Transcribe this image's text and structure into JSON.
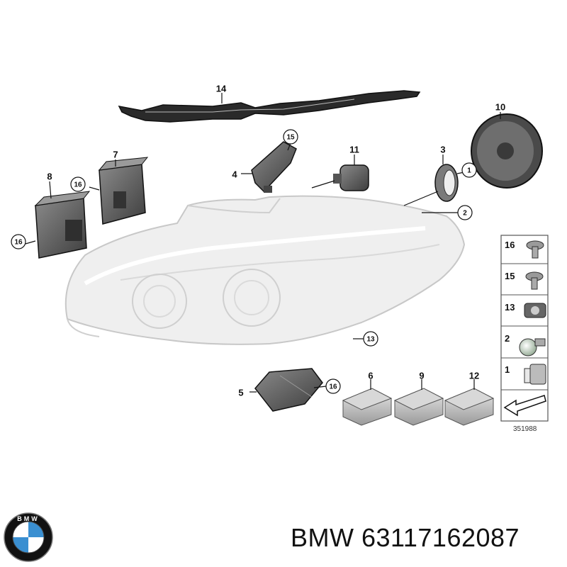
{
  "parts": [
    {
      "id": "callout-1",
      "label": "1",
      "circled": true
    },
    {
      "id": "callout-2",
      "label": "2",
      "circled": true
    },
    {
      "id": "callout-3",
      "label": "3",
      "circled": false
    },
    {
      "id": "callout-4",
      "label": "4",
      "circled": false
    },
    {
      "id": "callout-5",
      "label": "5",
      "circled": false
    },
    {
      "id": "callout-6",
      "label": "6",
      "circled": false
    },
    {
      "id": "callout-7",
      "label": "7",
      "circled": false
    },
    {
      "id": "callout-8",
      "label": "8",
      "circled": false
    },
    {
      "id": "callout-9",
      "label": "9",
      "circled": false
    },
    {
      "id": "callout-10",
      "label": "10",
      "circled": false
    },
    {
      "id": "callout-11",
      "label": "11",
      "circled": false
    },
    {
      "id": "callout-12",
      "label": "12",
      "circled": false
    },
    {
      "id": "callout-13",
      "label": "13",
      "circled": true
    },
    {
      "id": "callout-14",
      "label": "14",
      "circled": false
    },
    {
      "id": "callout-15",
      "label": "15",
      "circled": true
    },
    {
      "id": "callout-16a",
      "label": "16",
      "circled": true
    },
    {
      "id": "callout-16b",
      "label": "16",
      "circled": true
    },
    {
      "id": "callout-16c",
      "label": "16",
      "circled": true
    }
  ],
  "legend_panel": [
    "16",
    "15",
    "13",
    "2",
    "1"
  ],
  "reference_number": "351988",
  "brand_logo": {
    "text": "BMW",
    "colors": {
      "blue": "#3a8fd1",
      "ring": "#111111",
      "white": "#ffffff"
    }
  },
  "caption": {
    "text": "BMW 63117162087"
  },
  "colors": {
    "line": "#1a1a1a",
    "part_dark": "#5a5a5a",
    "part_light": "#e8e8e8",
    "headlight": "#d4d4d4"
  }
}
